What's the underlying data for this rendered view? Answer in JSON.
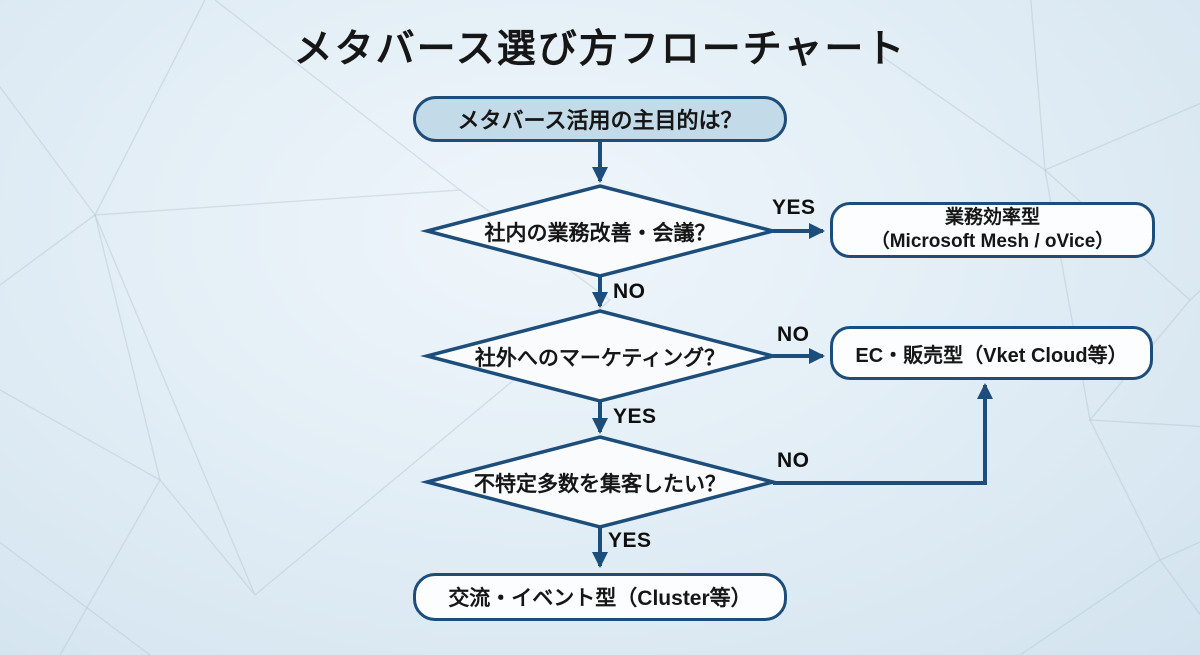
{
  "title": "メタバース選び方フローチャート",
  "colors": {
    "background": "#e3eef6",
    "outline_and_arrows": "#1d4d7a",
    "start_node_fill": "#c3dae9",
    "node_fill": "#fbfdff",
    "text": "#161616"
  },
  "flow": {
    "start": {
      "label": "メタバース活用の主目的は？"
    },
    "decisions": [
      {
        "question": "社内の業務改善・会議？",
        "yes": "YES",
        "no": "NO"
      },
      {
        "question": "社外へのマーケティング？",
        "yes": "YES",
        "no": "NO"
      },
      {
        "question": "不特定多数を集客したい？",
        "yes": "YES",
        "no": "NO"
      }
    ],
    "results": [
      {
        "title": "業務効率型",
        "subtitle": "（Microsoft Mesh / oVice）"
      },
      {
        "label": "EC・販売型（Vket Cloud等）"
      },
      {
        "label": "交流・イベント型（Cluster等）"
      }
    ]
  }
}
